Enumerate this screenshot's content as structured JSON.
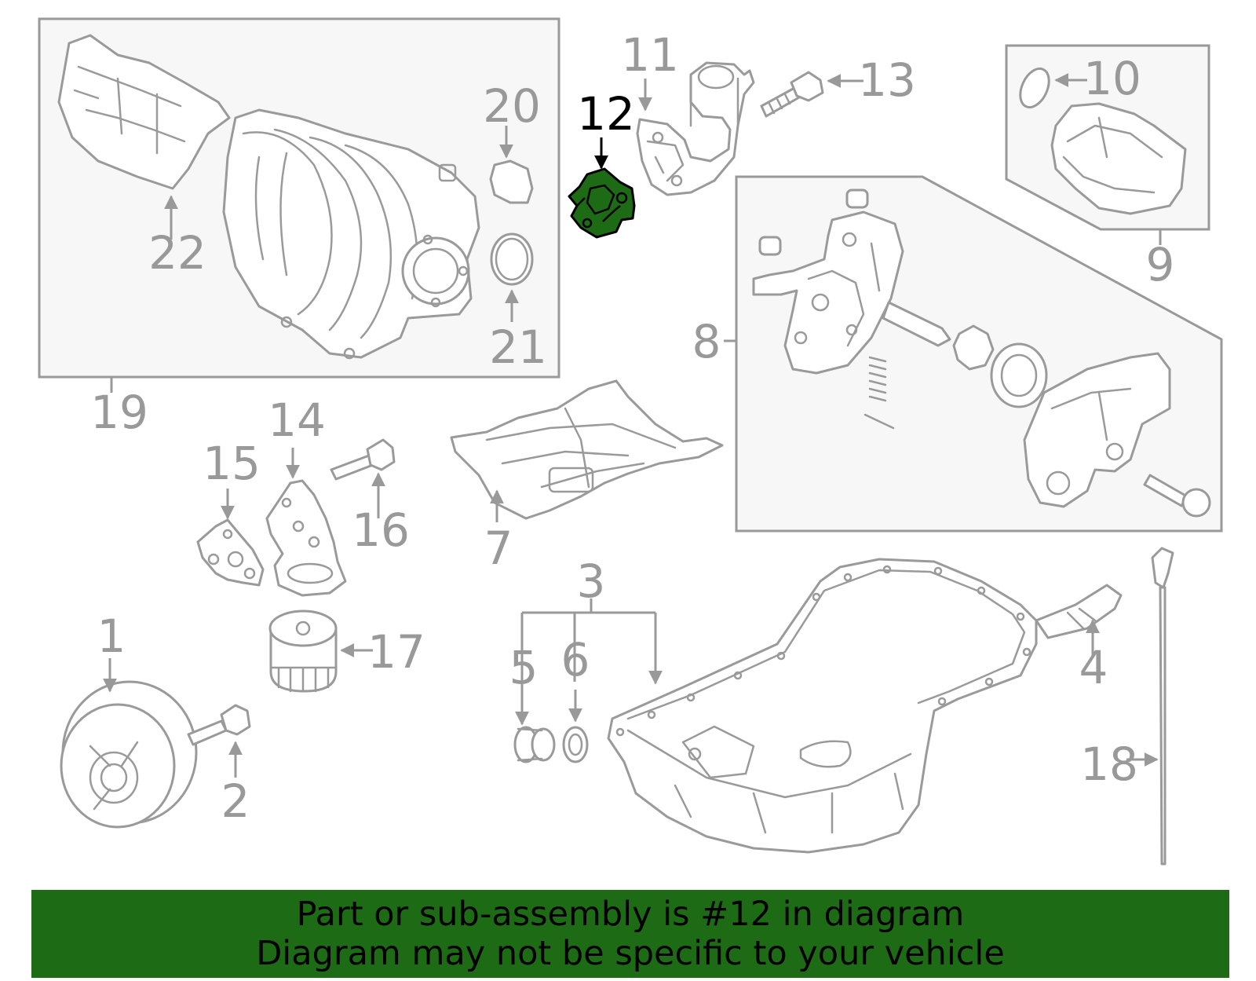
{
  "callouts": [
    {
      "id": "1",
      "text": "1"
    },
    {
      "id": "2",
      "text": "2"
    },
    {
      "id": "3",
      "text": "3"
    },
    {
      "id": "4",
      "text": "4"
    },
    {
      "id": "5",
      "text": "5"
    },
    {
      "id": "6",
      "text": "6"
    },
    {
      "id": "7",
      "text": "7"
    },
    {
      "id": "8",
      "text": "8"
    },
    {
      "id": "9",
      "text": "9"
    },
    {
      "id": "10",
      "text": "10"
    },
    {
      "id": "11",
      "text": "11"
    },
    {
      "id": "12",
      "text": "12",
      "highlighted": true
    },
    {
      "id": "13",
      "text": "13"
    },
    {
      "id": "14",
      "text": "14"
    },
    {
      "id": "15",
      "text": "15"
    },
    {
      "id": "16",
      "text": "16"
    },
    {
      "id": "17",
      "text": "17"
    },
    {
      "id": "18",
      "text": "18"
    },
    {
      "id": "19",
      "text": "19"
    },
    {
      "id": "20",
      "text": "20"
    },
    {
      "id": "21",
      "text": "21"
    },
    {
      "id": "22",
      "text": "22"
    }
  ],
  "highlighted_part": "12",
  "caption": {
    "line1": "Part or sub-assembly is #12 in diagram",
    "line2": "Diagram may not be specific to your vehicle"
  },
  "colors": {
    "highlight_fill": "#1e6b16",
    "callout_gray": "#999999",
    "line_gray": "#9a9a9a",
    "caption_bg": "#1e6b16",
    "caption_text": "#000000"
  }
}
